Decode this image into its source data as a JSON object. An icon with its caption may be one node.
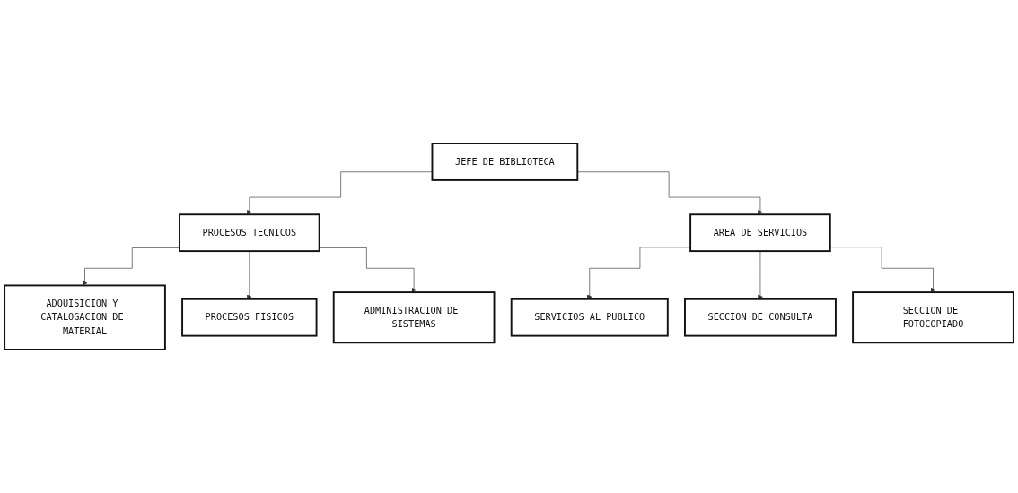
{
  "diagram": {
    "nodes": [
      {
        "text": [
          "JEFE DE BIBLIOTECA"
        ]
      },
      {
        "text": [
          "PROCESOS TECNICOS"
        ]
      },
      {
        "text": [
          "AREA DE SERVICIOS"
        ]
      },
      {
        "text": [
          "ADQUISICION Y CATALOGACION DE MATERIAL"
        ]
      },
      {
        "text": [
          "PROCESOS FISICOS"
        ]
      },
      {
        "text": [
          "ADMINISTRACION DE SISTEMAS"
        ]
      },
      {
        "text": [
          "SERVICIOS AL PUBLICO"
        ]
      },
      {
        "text": [
          "SECCION DE CONSULTA"
        ]
      },
      {
        "text": [
          "SECCION DE FOTOCOPIADO"
        ]
      }
    ],
    "edges": [
      {
        "from": 0,
        "to": 1,
        "arrow": "to"
      },
      {
        "from": 0,
        "to": 2,
        "arrow": "to"
      },
      {
        "from": 1,
        "to": 3,
        "arrow": "to"
      },
      {
        "from": 1,
        "to": 4,
        "arrow": "to"
      },
      {
        "from": 1,
        "to": 5,
        "arrow": "to"
      },
      {
        "from": 2,
        "to": 6,
        "arrow": "to"
      },
      {
        "from": 2,
        "to": 7,
        "arrow": "to"
      },
      {
        "from": 2,
        "to": 8,
        "arrow": "to"
      }
    ]
  }
}
